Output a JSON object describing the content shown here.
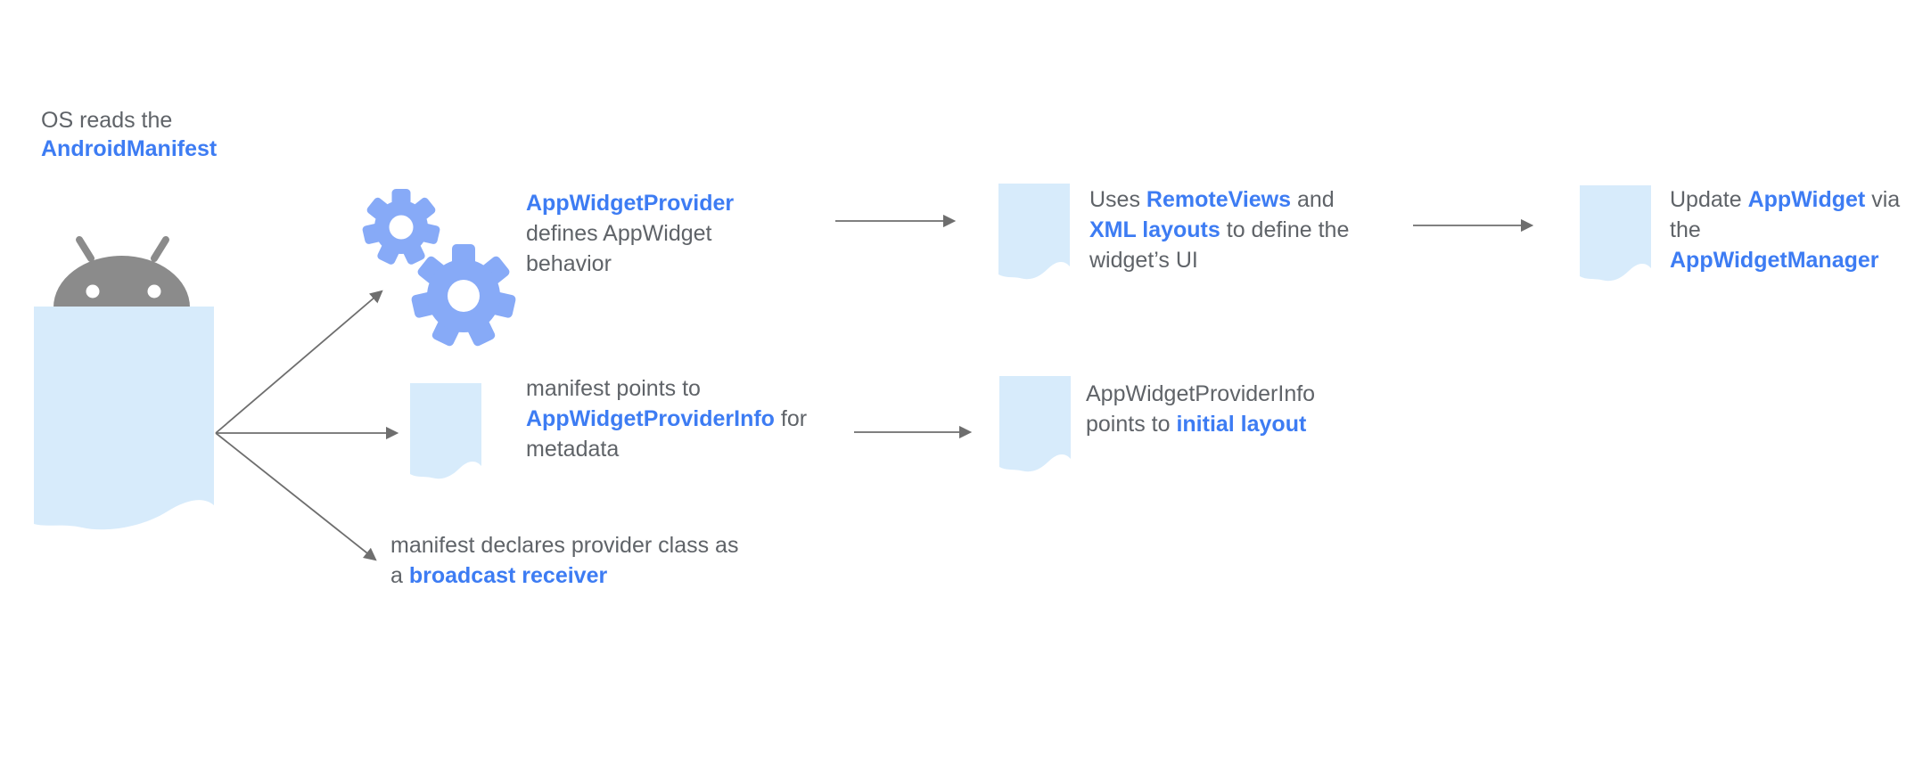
{
  "colors": {
    "accent_blue": "#3d7cf3",
    "text_gray": "#5f6368",
    "gear_blue": "#87aaf7",
    "doc_blue": "#d7ebfb",
    "robot_gray": "#8b8b8b",
    "arrow_gray": "#6e6e6e",
    "eye_white": "#ffffff",
    "background": "#ffffff"
  },
  "icons": [
    {
      "name": "android-robot-icon",
      "meaning": "Android OS"
    },
    {
      "name": "manifest-document-icon",
      "meaning": "AndroidManifest file"
    },
    {
      "name": "gears-icon",
      "meaning": "AppWidgetProvider behavior"
    },
    {
      "name": "document-icon",
      "meaning": "file / layout resource"
    },
    {
      "name": "arrow-icon",
      "meaning": "flow connector"
    }
  ],
  "blocks": {
    "os_label": [
      [
        {
          "t": "OS reads the"
        }
      ],
      [
        {
          "t": "AndroidManifest",
          "s": "link"
        }
      ]
    ],
    "provider": [
      [
        {
          "t": "AppWidgetProvider",
          "s": "link"
        }
      ],
      [
        {
          "t": "defines AppWidget"
        }
      ],
      [
        {
          "t": "behavior"
        }
      ]
    ],
    "remoteviews": [
      [
        {
          "t": "Uses "
        },
        {
          "t": "RemoteViews",
          "s": "link"
        },
        {
          "t": " and"
        }
      ],
      [
        {
          "t": "XML layouts",
          "s": "link"
        },
        {
          "t": " to define the"
        }
      ],
      [
        {
          "t": "widget’s UI"
        }
      ]
    ],
    "update": [
      [
        {
          "t": "Update "
        },
        {
          "t": "AppWidget",
          "s": "link"
        },
        {
          "t": " via"
        }
      ],
      [
        {
          "t": "the"
        }
      ],
      [
        {
          "t": "AppWidgetManager",
          "s": "link"
        }
      ]
    ],
    "provider_info": [
      [
        {
          "t": "manifest points to"
        }
      ],
      [
        {
          "t": "AppWidgetProviderInfo",
          "s": "link"
        },
        {
          "t": " for"
        }
      ],
      [
        {
          "t": "metadata"
        }
      ]
    ],
    "initial_layout": [
      [
        {
          "t": "AppWidgetProviderInfo"
        }
      ],
      [
        {
          "t": "points to "
        },
        {
          "t": "initial layout",
          "s": "link"
        }
      ]
    ],
    "broadcast": [
      [
        {
          "t": "manifest declares provider class as"
        }
      ],
      [
        {
          "t": "a "
        },
        {
          "t": "broadcast receiver",
          "s": "link"
        }
      ]
    ]
  },
  "edges": [
    {
      "from": "android-manifest-document",
      "to": "appwidgetprovider-gears"
    },
    {
      "from": "android-manifest-document",
      "to": "providerinfo-document"
    },
    {
      "from": "android-manifest-document",
      "to": "broadcast-receiver-note"
    },
    {
      "from": "appwidgetprovider-gears",
      "to": "remoteviews-document"
    },
    {
      "from": "remoteviews-document",
      "to": "appwidget-update-document"
    },
    {
      "from": "providerinfo-document",
      "to": "initial-layout-document"
    }
  ]
}
